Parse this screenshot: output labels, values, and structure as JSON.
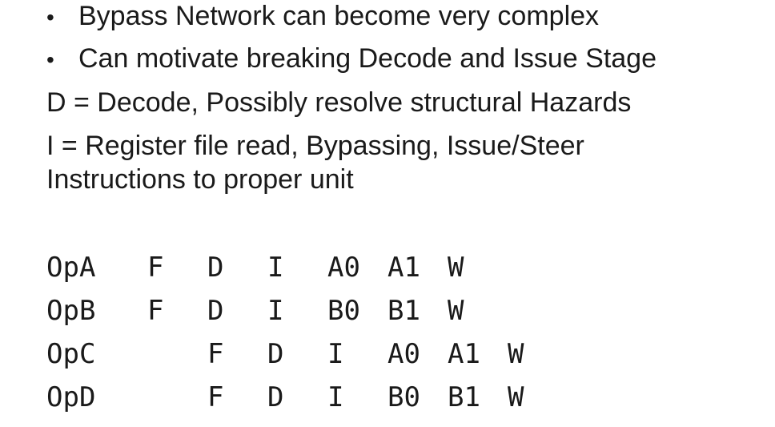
{
  "bullets": [
    {
      "text": "Bypass Network can become very complex"
    },
    {
      "text": "Can motivate breaking Decode and Issue Stage"
    }
  ],
  "bullet_glyph": "•",
  "definitions": {
    "decode": "D = Decode, Possibly resolve structural Hazards",
    "issue_line1": "I  = Register file read, Bypassing, Issue/Steer",
    "issue_line2": "Instructions to proper unit"
  },
  "pipeline": {
    "rows": [
      {
        "op": "OpA",
        "cells": [
          "F",
          "D",
          "I",
          "A0",
          "A1",
          "W"
        ],
        "start": 0
      },
      {
        "op": "OpB",
        "cells": [
          "F",
          "D",
          "I",
          "B0",
          "B1",
          "W"
        ],
        "start": 0
      },
      {
        "op": "OpC",
        "cells": [
          "F",
          "D",
          "I",
          "A0",
          "A1",
          "W"
        ],
        "start": 1
      },
      {
        "op": "OpD",
        "cells": [
          "F",
          "D",
          "I",
          "B0",
          "B1",
          "W"
        ],
        "start": 1
      }
    ]
  }
}
